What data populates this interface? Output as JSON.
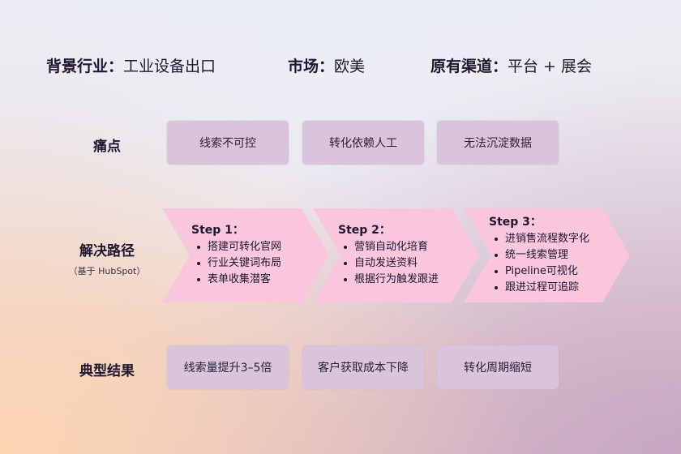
{
  "header": {
    "industry_label": "背景行业：",
    "industry_value": "工业设备出口",
    "market_label": "市场：",
    "market_value": "欧美",
    "channel_label": "原有渠道：",
    "channel_value": "平台 + 展会"
  },
  "pain_points": {
    "label": "痛点",
    "items": [
      "线索不可控",
      "转化依赖人工",
      "无法沉淀数据"
    ]
  },
  "solution": {
    "label": "解决路径",
    "sublabel": "（基于 HubSpot）",
    "steps": [
      {
        "title": "Step 1：",
        "items": [
          "搭建可转化官网",
          "行业关键词布局",
          "表单收集潜客"
        ]
      },
      {
        "title": "Step 2：",
        "items": [
          "营销自动化培育",
          "自动发送资料",
          "根据行为触发跟进"
        ]
      },
      {
        "title": "Step 3：",
        "items": [
          "进销售流程数字化",
          "统一线索管理",
          "Pipeline可视化",
          "跟进过程可追踪"
        ]
      }
    ]
  },
  "results": {
    "label": "典型结果",
    "items": [
      "线索量提升3–5倍",
      "客户获取成本下降",
      "转化周期缩短"
    ]
  },
  "colors": {
    "chip_bg": "#d9c4dc",
    "step_fill": "#f9c6dc",
    "text_dark": "#1f1630"
  }
}
